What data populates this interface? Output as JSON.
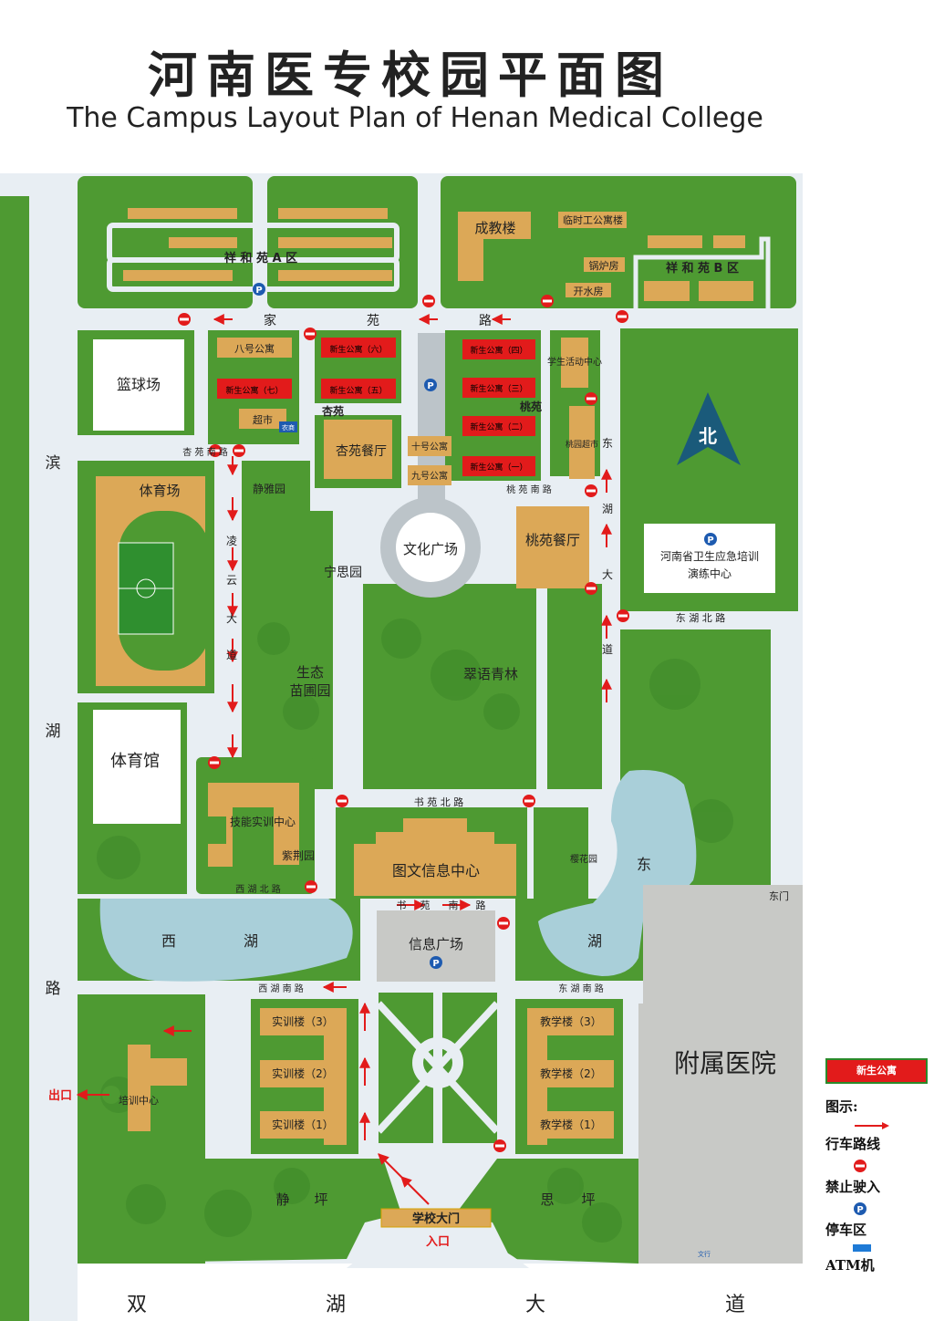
{
  "title": "河南医专校园平面图",
  "subtitle": "The Campus Layout Plan of Henan Medical College",
  "buildings": {
    "chengjiao": "成教楼",
    "linshi": "临时工公寓楼",
    "guolu": "锅炉房",
    "kaishui": "开水房",
    "xiangheA": "祥 和 苑 A 区",
    "xiangheB": "祥 和 苑 B 区",
    "lanqiu": "篮球场",
    "ba": "八号公寓",
    "xin6": "新生公寓（六）",
    "xin7": "新生公寓（七）",
    "xin5": "新生公寓（五）",
    "xin4": "新生公寓（四）",
    "xin3": "新生公寓（三）",
    "xin2": "新生公寓（二）",
    "xin1": "新生公寓（一）",
    "chaoshi": "超市",
    "nongshang": "农商",
    "xingyuan_canting": "杏苑餐厅",
    "shihao": "十号公寓",
    "jiuhao": "九号公寓",
    "huodong": "学生活动中心",
    "taoyuan_chaoshi": "桃园超市",
    "tiyuchang": "体育场",
    "jingya": "静雅园",
    "wenhua": "文化广场",
    "taoyuan_canting": "桃苑餐厅",
    "weisheng_1": "河南省卫生应急培训",
    "weisheng_2": "演练中心",
    "ningsi": "宁思园",
    "shengtai_1": "生态",
    "shengtai_2": "苗圃园",
    "cuiyu": "翠语青林",
    "tiyuguan": "体育馆",
    "jineng": "技能实训中心",
    "zijing": "紫荆园",
    "tuwen": "图文信息中心",
    "xinxi": "信息广场",
    "yinghua": "樱花园",
    "shixun3": "实训楼（3）",
    "shixun2": "实训楼（2）",
    "shixun1": "实训楼（1）",
    "jiaoxue3": "教学楼（3）",
    "jiaoxue2": "教学楼（2）",
    "jiaoxue1": "教学楼（1）",
    "peixun": "培训中心",
    "fushu": "附属医院",
    "damen": "学校大门",
    "rukou": "入口",
    "chukou": "出口",
    "dongmen": "东门",
    "jingping_1": "静",
    "jingping_2": "坪",
    "siping_1": "思",
    "siping_2": "坪",
    "bei": "北",
    "xihu_1": "西",
    "xihu_2": "湖",
    "donghu_1": "东",
    "donghu_2": "湖",
    "atm": "文行"
  },
  "roads": {
    "jiayuan": [
      "家",
      "苑",
      "路"
    ],
    "xingyuan_north": "杏苑",
    "taoyuan": "桃苑",
    "xingyuan_road": "杏 苑 南 路",
    "lingyun": [
      "凌",
      "云",
      "大",
      "道"
    ],
    "donghu": [
      "东",
      "湖",
      "大",
      "道"
    ],
    "donghubei": "东 湖 北 路",
    "shuyuanbei": "书 苑 北 路",
    "shuyuannan": [
      "书",
      "苑",
      "南",
      "路"
    ],
    "xihubei": "西 湖 北 路",
    "xihunan": "西 湖 南 路",
    "donghunan": "东 湖 南 路",
    "taoyuannan": "桃 苑 南 路",
    "binhu": [
      "滨",
      "湖",
      "路"
    ],
    "shuanghu": [
      "双",
      "湖",
      "大",
      "道"
    ]
  },
  "legend": {
    "badge": "新生公寓",
    "title": "图示:",
    "route": "行车路线",
    "noentry": "禁止驶入",
    "parking": "停车区",
    "atm": "ATM机"
  },
  "colors": {
    "grass": "#4e9a32",
    "road": "#e8eef3",
    "building": "#dca857",
    "dorm": "#e21b1b",
    "water": "#a9cfd9",
    "hospital": "#c8c9c6",
    "arrow": "#e21b1b"
  }
}
